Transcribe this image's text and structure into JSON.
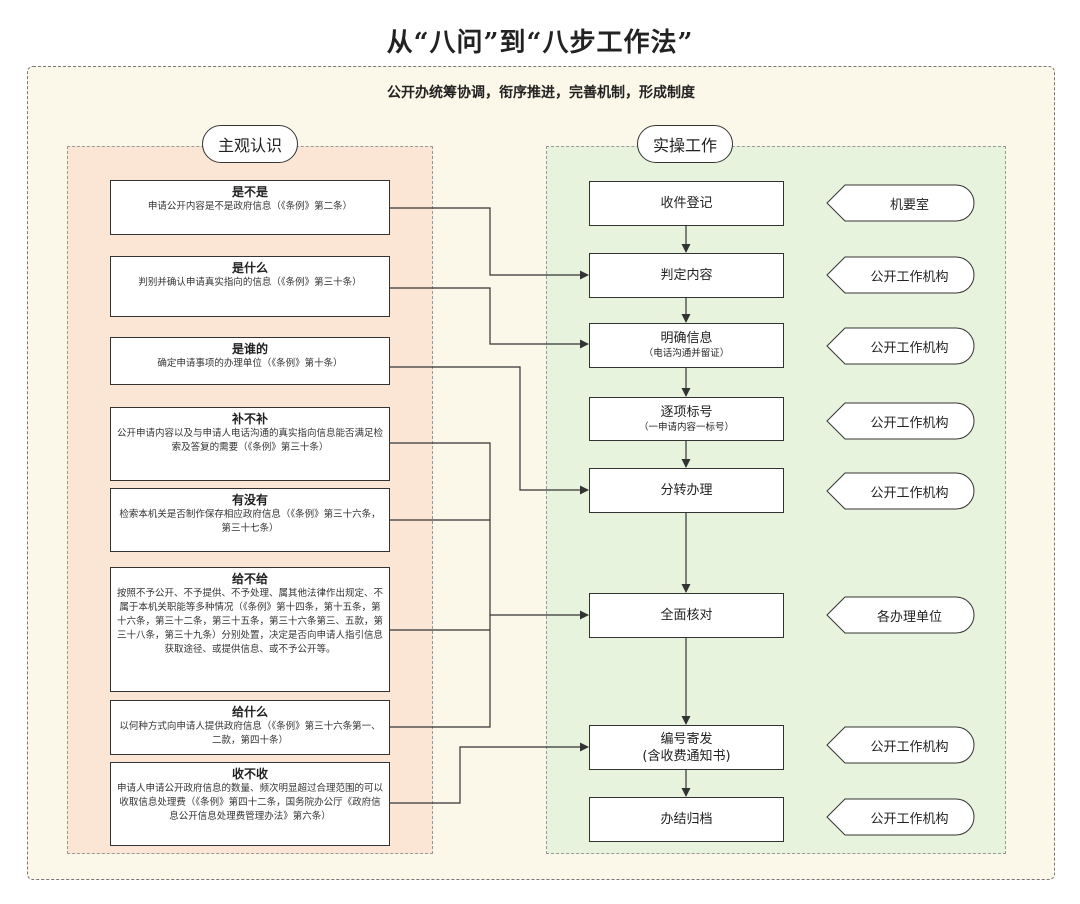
{
  "title": "从“八问”到“八步工作法”",
  "subtitle": "公开办统筹协调，衔序推进，完善机制，形成制度",
  "left_panel": {
    "title": "主观认识",
    "items": [
      {
        "head": "是不是",
        "desc": "申请公开内容是不是政府信息（《条例》第二条）"
      },
      {
        "head": "是什么",
        "desc": "判别并确认申请真实指向的信息（《条例》第三十条）"
      },
      {
        "head": "是谁的",
        "desc": "确定申请事项的办理单位（《条例》第十条）"
      },
      {
        "head": "补不补",
        "desc": "公开申请内容以及与申请人电话沟通的真实指向信息能否满足检索及答复的需要（《条例》第三十条）"
      },
      {
        "head": "有没有",
        "desc": "检索本机关是否制作保存相应政府信息（《条例》第三十六条，第三十七条）"
      },
      {
        "head": "给不给",
        "desc": "按照不予公开、不予提供、不予处理、属其他法律作出规定、不属于本机关职能等多种情况（《条例》第十四条，第十五条，第十六条，第三十二条，第三十五条，第三十六条第三、五款，第三十八条，第三十九条）分别处置，决定是否向申请人指引信息获取途径、或提供信息、或不予公开等。"
      },
      {
        "head": "给什么",
        "desc": "以何种方式向申请人提供政府信息（《条例》第三十六条第一、二款，第四十条）"
      },
      {
        "head": "收不收",
        "desc": "申请人申请公开政府信息的数量、频次明显超过合理范围的可以收取信息处理费（《条例》第四十二条，国务院办公厅《政府信息公开信息处理费管理办法》第六条）"
      }
    ]
  },
  "right_panel": {
    "title": "实操工作",
    "steps": [
      {
        "label": "收件登记",
        "sub": "",
        "tag": "机要室"
      },
      {
        "label": "判定内容",
        "sub": "",
        "tag": "公开工作机构"
      },
      {
        "label": "明确信息",
        "sub": "（电话沟通并留证）",
        "tag": "公开工作机构"
      },
      {
        "label": "逐项标号",
        "sub": "（一申请内容一标号）",
        "tag": "公开工作机构"
      },
      {
        "label": "分转办理",
        "sub": "",
        "tag": "公开工作机构"
      },
      {
        "label": "全面核对",
        "sub": "",
        "tag": "各办理单位"
      },
      {
        "label": "编号寄发",
        "sub": "(含收费通知书)",
        "tag": "公开工作机构"
      },
      {
        "label": "办结归档",
        "sub": "",
        "tag": "公开工作机构"
      }
    ]
  },
  "colors": {
    "outer_bg": "#fcf8e9",
    "left_panel_bg": "#fbe6d6",
    "right_panel_bg": "#e8f3dd",
    "line": "#333333"
  }
}
